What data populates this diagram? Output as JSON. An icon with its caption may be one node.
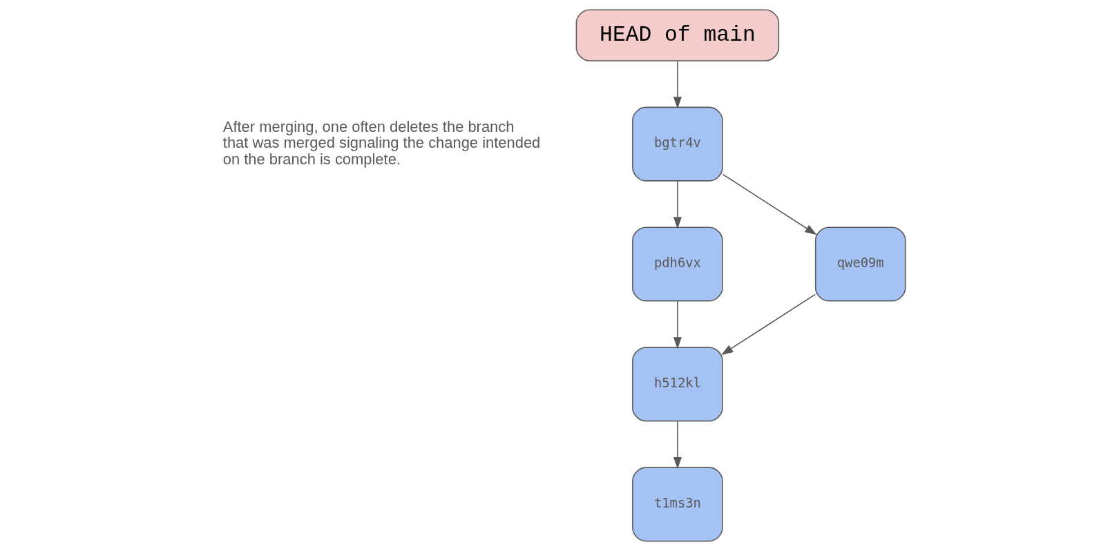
{
  "diagram": {
    "nodes": [
      {
        "text": [
          "HEAD of main"
        ]
      },
      {
        "text": [
          "bgtr4v"
        ]
      },
      {
        "text": [
          "pdh6vx"
        ]
      },
      {
        "text": [
          "qwe09m"
        ]
      },
      {
        "text": [
          "h512kl"
        ]
      },
      {
        "text": [
          "t1ms3n"
        ]
      }
    ],
    "edges": [
      {
        "from": 0,
        "to": 1,
        "arrow": "to"
      },
      {
        "from": 1,
        "to": 2,
        "arrow": "to"
      },
      {
        "from": 1,
        "to": 3,
        "arrow": "to"
      },
      {
        "from": 2,
        "to": 4,
        "arrow": "to"
      },
      {
        "from": 3,
        "to": 4,
        "arrow": "to"
      },
      {
        "from": 4,
        "to": 5,
        "arrow": "to"
      }
    ],
    "labels": [
      "After merging, one often deletes the branch that was merged signaling the change intended on the branch is complete."
    ]
  }
}
